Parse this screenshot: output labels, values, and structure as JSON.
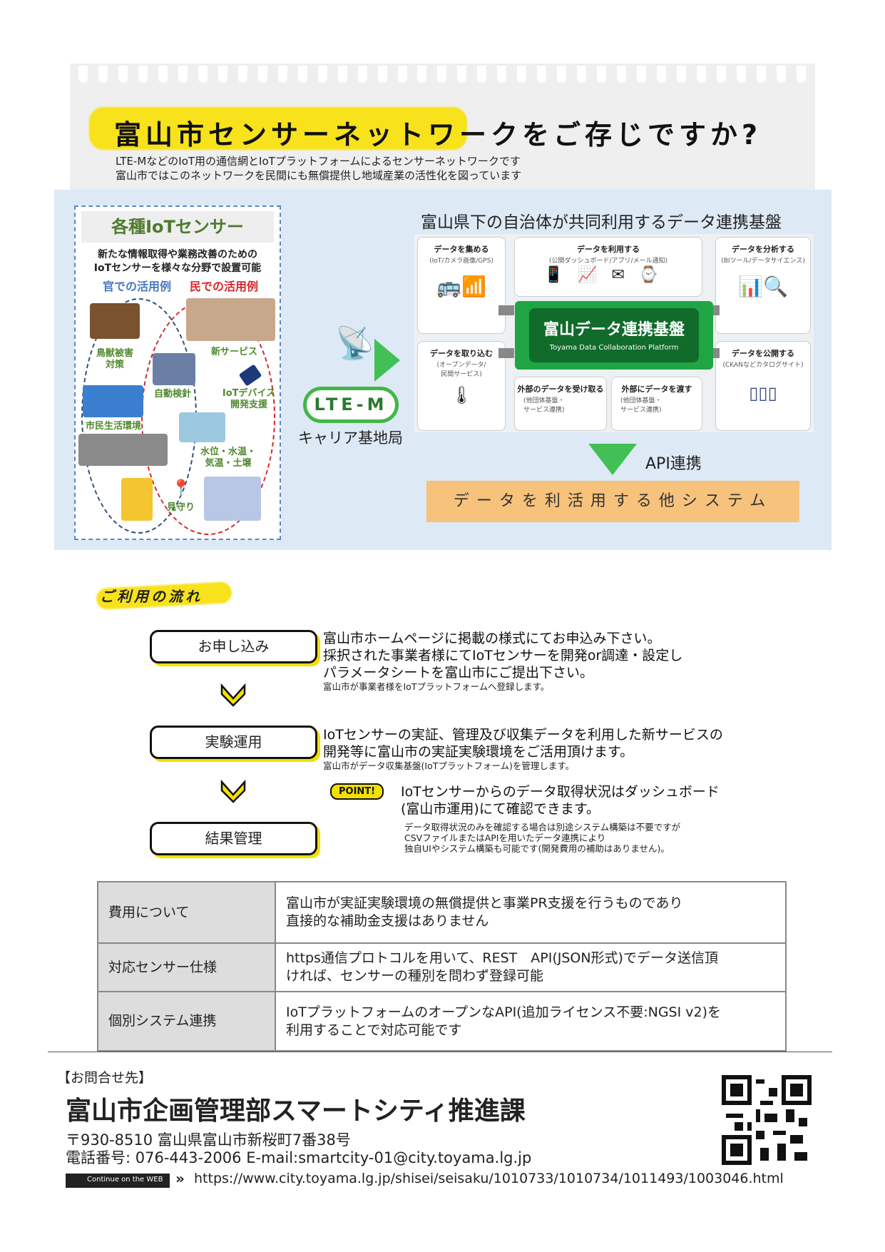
{
  "header": {
    "title_highlight": "富山市センサーネットワーク",
    "title_rest": "をご存じですか?",
    "sub1": "LTE-MなどのIoT用の通信網とIoTプラットフォームによるセンサーネットワークです",
    "sub2": "富山市ではこのネットワークを民間にも無償提供し地域産業の活性化を図っています"
  },
  "sensors": {
    "heading": "各種IoTセンサー",
    "desc1": "新たな情報取得や業務改善のための",
    "desc2": "IoTセンサーを様々な分野で設置可能",
    "gov": "官での活用例",
    "priv": "民での活用例",
    "labels": {
      "wildlife": "鳥獣被害\n対策",
      "meter": "自動検針",
      "newsvc": "新サービス",
      "device": "IoTデバイス\n開発支援",
      "life": "市民生活環境",
      "water": "水位・水温・\n気温・土壌",
      "watch": "見守り"
    }
  },
  "diagram": {
    "title": "富山県下の自治体が共同利用するデータ連携基盤",
    "cards": [
      {
        "t": "データを集める",
        "s": "(IoT/カメラ画像/GPS)"
      },
      {
        "t": "データを利用する",
        "s": "(公開ダッシュボード/アプリ/メール通知)"
      },
      {
        "t": "データを分析する",
        "s": "(BIツール/データサイエンス)"
      },
      {
        "t": "データを取り込む",
        "s": "(オープンデータ/\n民間サービス)"
      },
      {
        "t": "外部のデータを受け取る",
        "s": "(他団体基盤・\nサービス連携)"
      },
      {
        "t": "外部にデータを渡す",
        "s": "(他団体基盤・\nサービス連携)"
      },
      {
        "t": "データを公開する",
        "s": "(CKANなどカタログサイト)"
      }
    ],
    "core_ja": "富山データ連携基盤",
    "core_en": "Toyama Data Collaboration Platform",
    "lte": "LTE-M",
    "carrier": "キャリア基地局",
    "api": "API連携",
    "other": "データを利活用する他システム"
  },
  "flow": {
    "title": "ご利用の流れ",
    "steps": [
      {
        "label": "お申し込み",
        "lines": [
          "富山市ホームページに掲載の様式にてお申込み下さい。",
          "採択された事業者様にてIoTセンサーを開発or調達・設定し",
          "パラメータシートを富山市にご提出下さい。"
        ],
        "note": "富山市が事業者様をIoTプラットフォームへ登録します。"
      },
      {
        "label": "実験運用",
        "lines": [
          "IoTセンサーの実証、管理及び収集データを利用した新サービスの",
          "開発等に富山市の実証実験環境をご活用頂けます。"
        ],
        "note": "富山市がデータ収集基盤(IoTプラットフォーム)を管理します。"
      },
      {
        "label": "結果管理"
      }
    ],
    "point": {
      "badge": "POINT!",
      "l1": "IoTセンサーからのデータ取得状況はダッシュボード",
      "l2": "(富山市運用)にて確認できます。",
      "n1": "データ取得状況のみを確認する場合は別途システム構築は不要ですが",
      "n2": "CSVファイルまたはAPIを用いたデータ連携により",
      "n3": "独自UIやシステム構築も可能です(開発費用の補助はありません)。"
    }
  },
  "table": [
    {
      "h": "費用について",
      "l1": "富山市が実証実験環境の無償提供と事業PR支援を行うものであり",
      "l2": "直接的な補助金支援はありません"
    },
    {
      "h": "対応センサー仕様",
      "l1": "https通信プロトコルを用いて、REST　API(JSON形式)でデータ送信頂",
      "l2": "ければ、センサーの種別を問わず登録可能"
    },
    {
      "h": "個別システム連携",
      "l1": "IoTプラットフォームのオープンなAPI(追加ライセンス不要:NGSI v2)を",
      "l2": "利用することで対応可能です"
    }
  ],
  "contact": {
    "label": "【お問合せ先】",
    "dept": "富山市企画管理部スマートシティ推進課",
    "address": "〒930-8510 富山県富山市新桜町7番38号",
    "phone": "電話番号: 076-443-2006  E-mail:smartcity-01@city.toyama.lg.jp",
    "web_badge": "Continue on the WEB",
    "url": "https://www.city.toyama.lg.jp/shisei/seisaku/1010733/1010734/1011493/1003046.html"
  }
}
